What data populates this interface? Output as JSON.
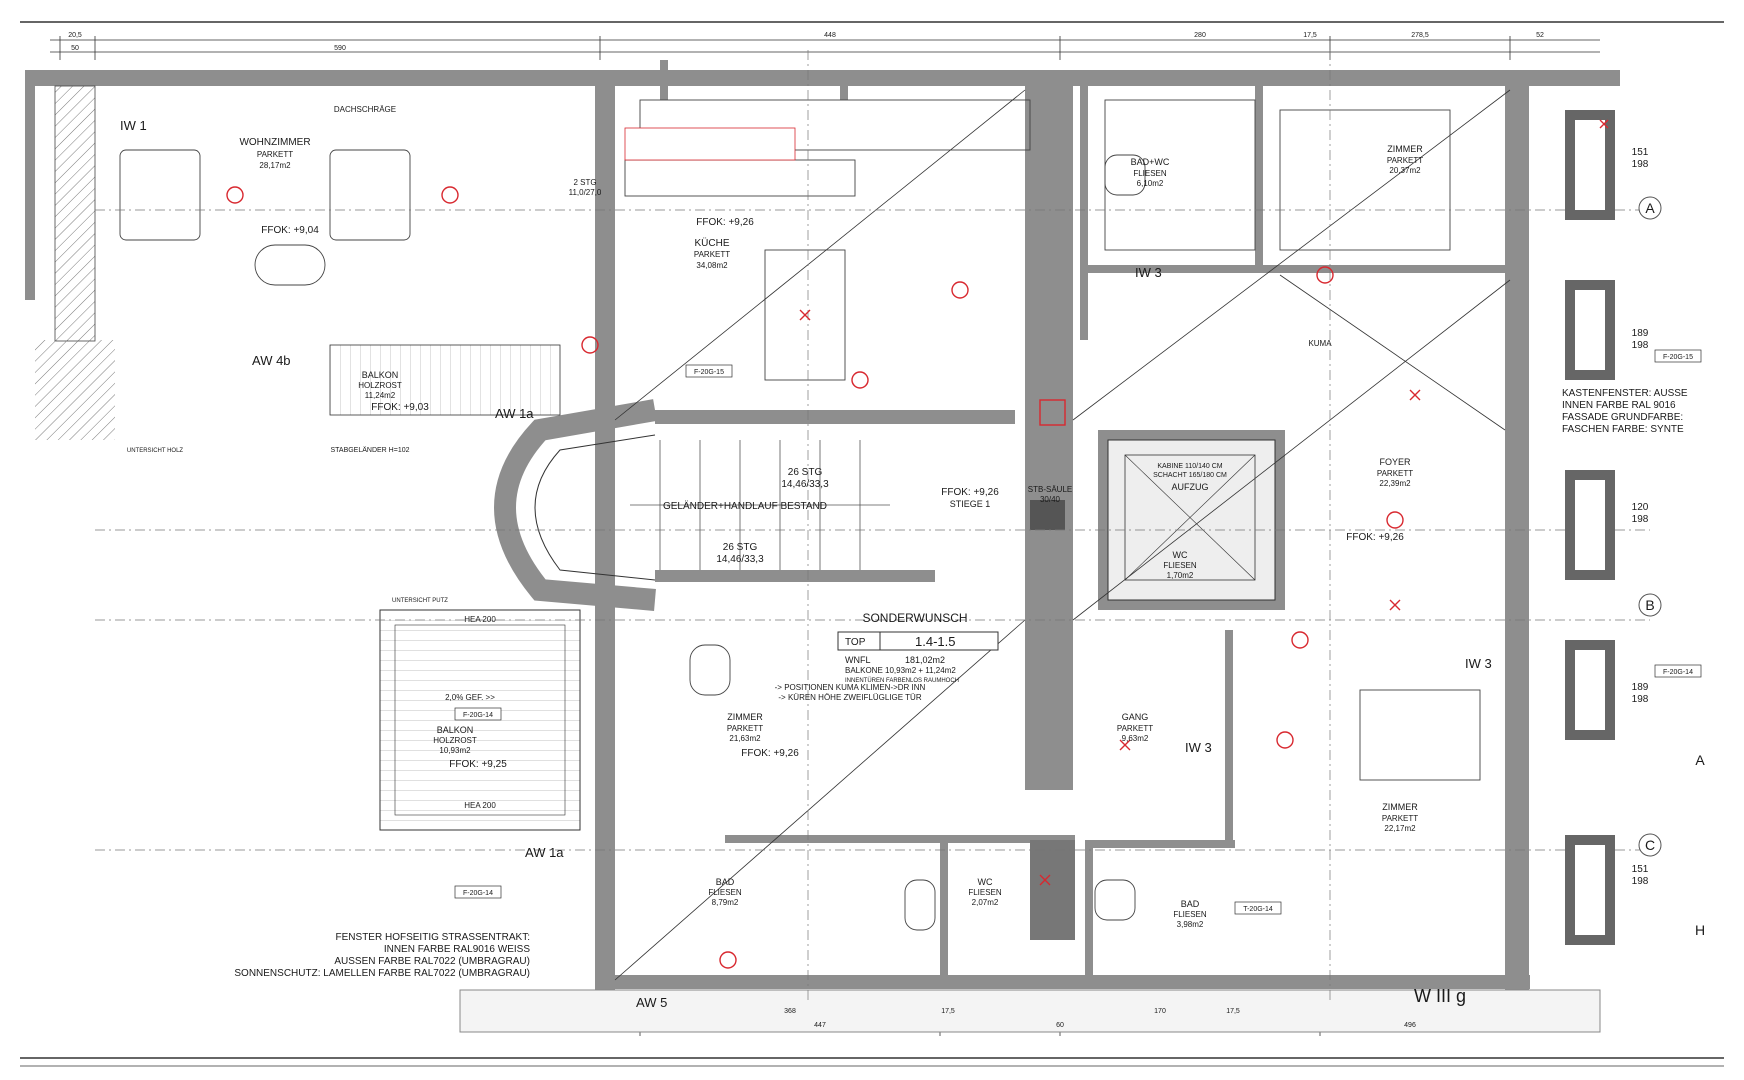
{
  "colors": {
    "wall": "#8e8e8e",
    "wall_dark": "#555555",
    "line": "#2b2b2b",
    "red": "#d8282f",
    "cyan": "#1aa6b7",
    "hatch": "#9a9a9a"
  },
  "rooms": {
    "wohnzimmer": {
      "name": "WOHNZIMMER",
      "floor": "PARKETT",
      "area": "28,17m2"
    },
    "kueche": {
      "name": "KÜCHE",
      "floor": "PARKETT",
      "area": "34,08m2"
    },
    "bad_wc_top": {
      "name": "BAD+WC",
      "floor": "FLIESEN",
      "area": "6,10m2"
    },
    "zimmer_top": {
      "name": "ZIMMER",
      "floor": "PARKETT",
      "area": "20,37m2"
    },
    "balkon_top": {
      "name": "BALKON",
      "floor": "HOLZROST",
      "area": "11,24m2"
    },
    "stiege": {
      "name": "STIEGE 1"
    },
    "aufzug": {
      "name": "AUFZUG",
      "kabine": "KABINE 110/140 CM",
      "schacht": "SCHACHT 165/180 CM"
    },
    "foyer": {
      "name": "FOYER",
      "floor": "PARKETT",
      "area": "22,39m2"
    },
    "wc_mid": {
      "name": "WC",
      "floor": "FLIESEN",
      "area": "1,70m2"
    },
    "zimmer_mid": {
      "name": "ZIMMER",
      "floor": "PARKETT",
      "area": "21,63m2"
    },
    "balkon_low": {
      "name": "BALKON",
      "floor": "HOLZROST",
      "area": "10,93m2"
    },
    "gang": {
      "name": "GANG",
      "floor": "PARKETT",
      "area": "9,63m2"
    },
    "zimmer_right": {
      "name": "ZIMMER",
      "floor": "PARKETT",
      "area": "22,17m2"
    },
    "bad_low": {
      "name": "BAD",
      "floor": "FLIESEN",
      "area": "8,79m2"
    },
    "wc_low": {
      "name": "WC",
      "floor": "FLIESEN",
      "area": "2,07m2"
    },
    "bad_right": {
      "name": "BAD",
      "floor": "FLIESEN",
      "area": "3,98m2"
    }
  },
  "levels": {
    "ffok_904": "FFOK: +9,04",
    "ffok_926": "FFOK: +9,26",
    "ffok_903": "FFOK: +9,03",
    "ffok_925": "FFOK: +9,25",
    "ffok_926_stiege": "FFOK: +9,26",
    "ffok_926_foyer": "FFOK: +9,26",
    "ffok_926_zimmer": "FFOK: +9,26"
  },
  "stairs": {
    "upper": "26 STG",
    "upper_dim": "14,46/33,3",
    "lower": "26 STG",
    "lower_dim": "14,46/33,3",
    "railing": "GELÄNDER+HANDLAUF BESTAND",
    "small": "2 STG",
    "small_dim": "11,0/27,0"
  },
  "walls": {
    "iw1": "IW 1",
    "iw3_a": "IW 3",
    "iw3_b": "IW 3",
    "iw3_c": "IW 3",
    "aw4b": "AW 4b",
    "aw1a": "AW 1a",
    "aw1a_low": "AW 1a",
    "aw5": "AW 5"
  },
  "annotations": {
    "dachschraege": "DACHSCHRÄGE",
    "untersicht_holz": "UNTERSICHT HOLZ",
    "untersicht_putz": "UNTERSICHT PUTZ",
    "sonderwunsch": "SONDERWUNSCH",
    "stb_saeule": "STB-SÄULE",
    "stb_saeule_dim": "30/40",
    "kuma": "KUMA",
    "positionen": "-> POSITIONEN KUMA KLIMEN->DR INN",
    "kurren": "-> KÜREN HÖHE ZWEIFLÜGLIGE TÜR",
    "stabgel": "STABGELÄNDER H=102",
    "hea200_a": "HEA 200",
    "hea200_b": "HEA 200",
    "gef": "2,0% GEF. >>",
    "wiii": "W III g"
  },
  "top_box": {
    "label": "TOP",
    "number": "1.4-1.5",
    "wnfl_label": "WNFL",
    "wnfl_value": "181,02m2",
    "balkone": "BALKONE 10,93m2 + 11,24m2",
    "innen": "INNENTÜREN FARBENLOS RAUMHOCH"
  },
  "notes_left": [
    "FENSTER HOFSEITIG STRASSENTRAKT:",
    "INNEN FARBE RAL9016 WEISS",
    "AUSSEN FARBE RAL7022 (UMBRAGRAU)",
    "SONNENSCHUTZ: LAMELLEN FARBE RAL7022 (UMBRAGRAU)"
  ],
  "notes_right": [
    "KASTENFENSTER: AUSSE",
    "INNEN FARBE RAL 9016",
    "FASSADE GRUNDFARBE:",
    "FASCHEN FARBE: SYNTE"
  ],
  "axes": {
    "a": "A",
    "b": "B",
    "c": "C",
    "h": "H"
  },
  "dims_top": [
    "20,5",
    "50",
    "590",
    "448",
    "280",
    "17,5",
    "278,5",
    "52"
  ],
  "dims_bottom": [
    "368",
    "447",
    "17,5",
    "170",
    "17,5",
    "496",
    "60"
  ],
  "window_tags": [
    "F-20G-14",
    "F-20G-15",
    "F-20G-14",
    "F-20G-14",
    "F-20G-15",
    "T-20G-14"
  ],
  "right_dims": [
    "151",
    "198",
    "189",
    "198",
    "120",
    "198",
    "189",
    "198",
    "151",
    "198"
  ]
}
